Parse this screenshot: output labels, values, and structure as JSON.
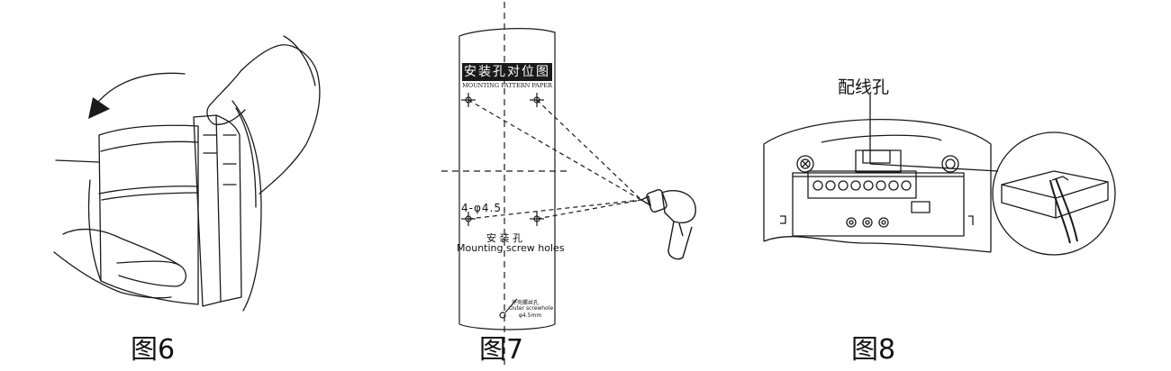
{
  "figures": [
    {
      "caption": "图6"
    },
    {
      "caption": "图7",
      "paper_title": "安装孔对位图",
      "paper_subtitle": "MOUNTING PATTERN PAPER",
      "hole_size": "4-φ4.5",
      "holes_cn": "安 装 孔",
      "holes_en": "Mounting screw holes",
      "outer_cn": "外壳螺丝孔",
      "outer_en": "Outer screwhole",
      "outer_size": "φ4.5mm"
    },
    {
      "caption": "图8",
      "wiring_label": "配线孔"
    }
  ],
  "colors": {
    "line": "#1a1a1a",
    "title_bg": "#1a1a1a",
    "title_fg": "#ffffff"
  }
}
